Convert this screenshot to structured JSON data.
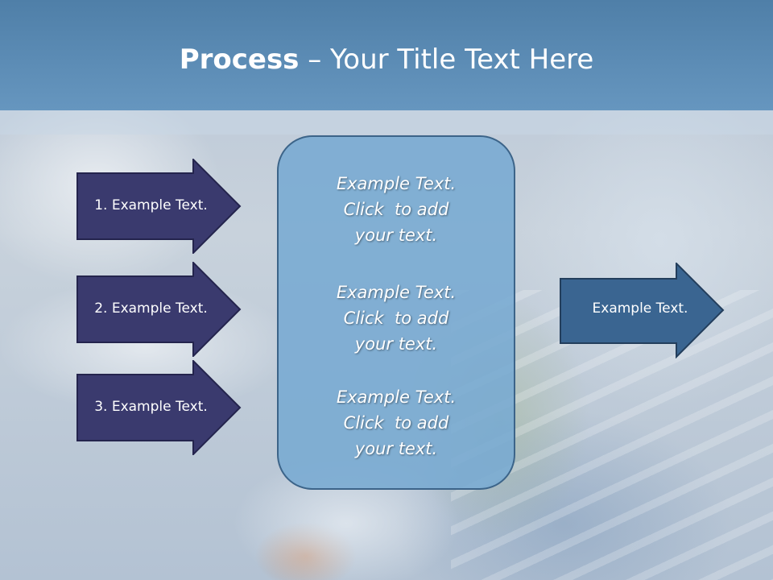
{
  "slide": {
    "title_bold": "Process",
    "title_rest": " – Your Title Text Here"
  },
  "left_arrows": [
    {
      "label": "1. Example Text."
    },
    {
      "label": "2. Example Text."
    },
    {
      "label": "3. Example Text."
    }
  ],
  "center_box": {
    "blocks": [
      {
        "line1": "Example Text.",
        "line2": "Click  to add",
        "line3": "your text."
      },
      {
        "line1": "Example Text.",
        "line2": "Click  to add",
        "line3": "your text."
      },
      {
        "line1": "Example Text.",
        "line2": "Click  to add",
        "line3": "your text."
      }
    ]
  },
  "right_arrow": {
    "label": "Example Text."
  },
  "colors": {
    "header": "#5b8bb5",
    "left_arrow_fill": "#3a3a6e",
    "right_arrow_fill": "#3a6591",
    "center_box_fill": "#7eaed4"
  }
}
